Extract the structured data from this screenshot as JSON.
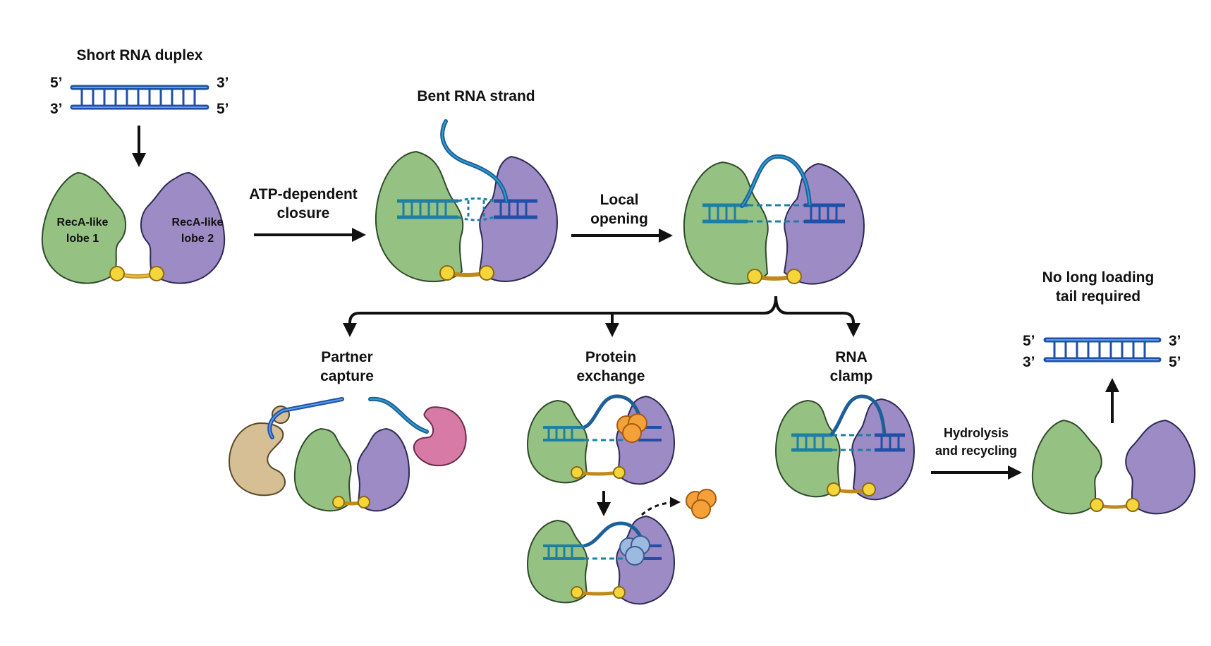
{
  "labels": {
    "short_duplex": "Short RNA duplex",
    "lobe1": [
      "RecA-like",
      "lobe 1"
    ],
    "lobe2": [
      "RecA-like",
      "lobe 2"
    ],
    "atp_closure": [
      "ATP-dependent",
      "closure"
    ],
    "bent_strand": "Bent RNA strand",
    "local_opening": [
      "Local",
      "opening"
    ],
    "partner_capture": [
      "Partner",
      "capture"
    ],
    "protein_exchange": [
      "Protein",
      "exchange"
    ],
    "rna_clamp": [
      "RNA",
      "clamp"
    ],
    "hydrolysis": [
      "Hydrolysis",
      "and recycling"
    ],
    "no_tail": [
      "No long loading",
      "tail required"
    ]
  },
  "ends": {
    "five_prime": "5’",
    "three_prime": "3’"
  },
  "colors": {
    "lobe1": "#95c283",
    "lobe2": "#9c8bc4",
    "lobe1_stroke": "#2f4a2a",
    "lobe2_stroke": "#2e2a55",
    "rna_dark": "#1f4fa8",
    "rna_mid": "#2f7fd0",
    "rna_teal": "#1d7fa4",
    "linker": "#e0a92a",
    "linker_dot": "#f5d63a",
    "partner_tan": "#d6bf94",
    "partner_pink": "#d87aa6",
    "orange_protein": "#f5a13a",
    "blue_protein": "#9cb9e0"
  }
}
